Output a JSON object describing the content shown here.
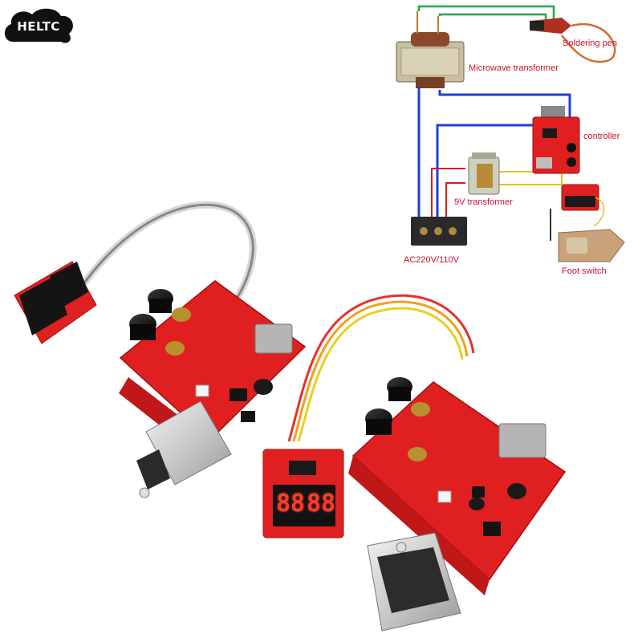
{
  "brand": {
    "logo_text": "HELTC"
  },
  "diagram": {
    "labels": {
      "soldering_pen": "Soldering pen",
      "microwave_transformer": "Microwave transformer",
      "controller": "controller",
      "nine_v_transformer": "9V transformer",
      "power_input": "AC220V/110V",
      "foot_switch": "Foot switch"
    }
  },
  "display": {
    "digits_left": "88",
    "digits_right": "88"
  },
  "colors": {
    "board_red": "#e02020",
    "wire_green": "#1fa84a",
    "wire_blue": "#1f3fd6",
    "label_red": "#c8102e",
    "logo_black": "#111111"
  }
}
